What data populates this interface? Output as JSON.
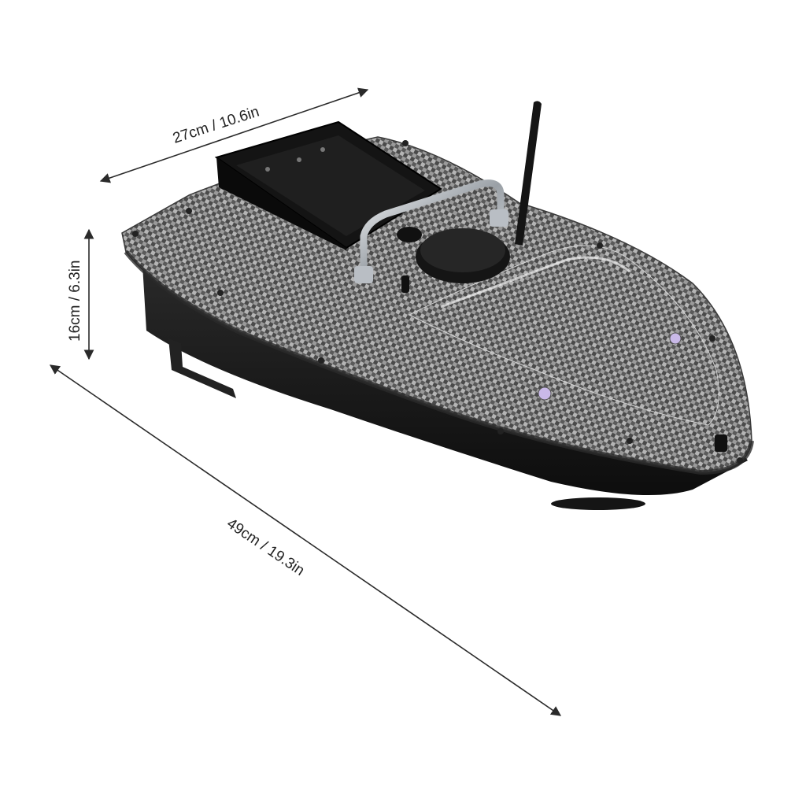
{
  "colors": {
    "background": "#ffffff",
    "dimension_line": "#2a2a2a",
    "hull": "#1c1c1c",
    "deck_carbon": "#8a8a8a",
    "bait_box": "#111111",
    "handle": "#cfd3d8",
    "antenna": "#151515"
  },
  "dimensions": {
    "width_label": "27cm / 10.6in",
    "height_label": "16cm / 6.3in",
    "length_label": "49cm / 19.3in"
  },
  "product": {
    "name_icon": "bait-boat-carbon-fiber-icon"
  }
}
